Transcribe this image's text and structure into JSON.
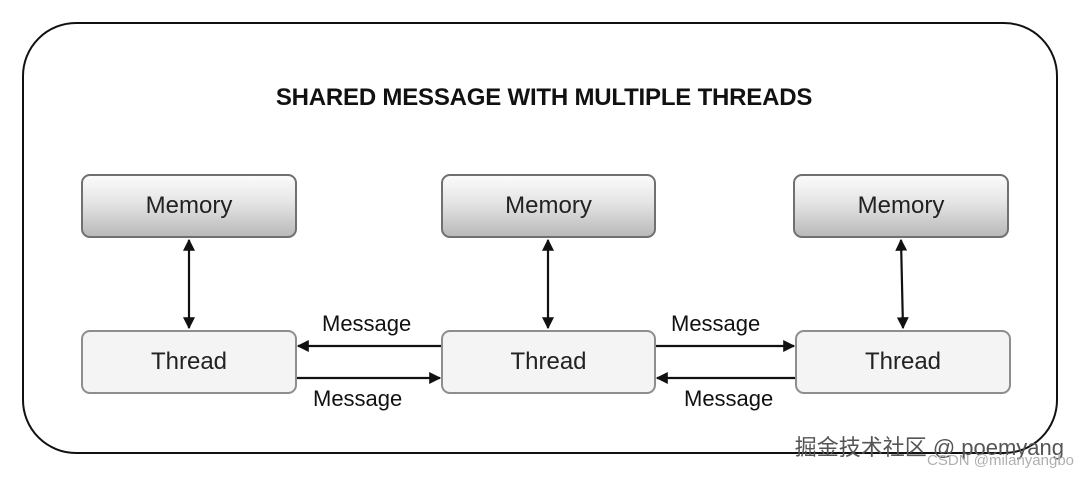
{
  "diagram": {
    "title": "SHARED MESSAGE WITH MULTIPLE THREADS",
    "memory_nodes": [
      "Memory",
      "Memory",
      "Memory"
    ],
    "thread_nodes": [
      "Thread",
      "Thread",
      "Thread"
    ],
    "messages": {
      "left_top": "Message",
      "left_bottom": "Message",
      "right_top": "Message",
      "right_bottom": "Message"
    }
  },
  "watermarks": {
    "primary": "掘金技术社区 @ poemyang",
    "secondary": "CSDN @milanyangbo"
  },
  "colors": {
    "outline": "#111111",
    "memory_border": "#707070",
    "thread_fill": "#f4f4f4"
  }
}
